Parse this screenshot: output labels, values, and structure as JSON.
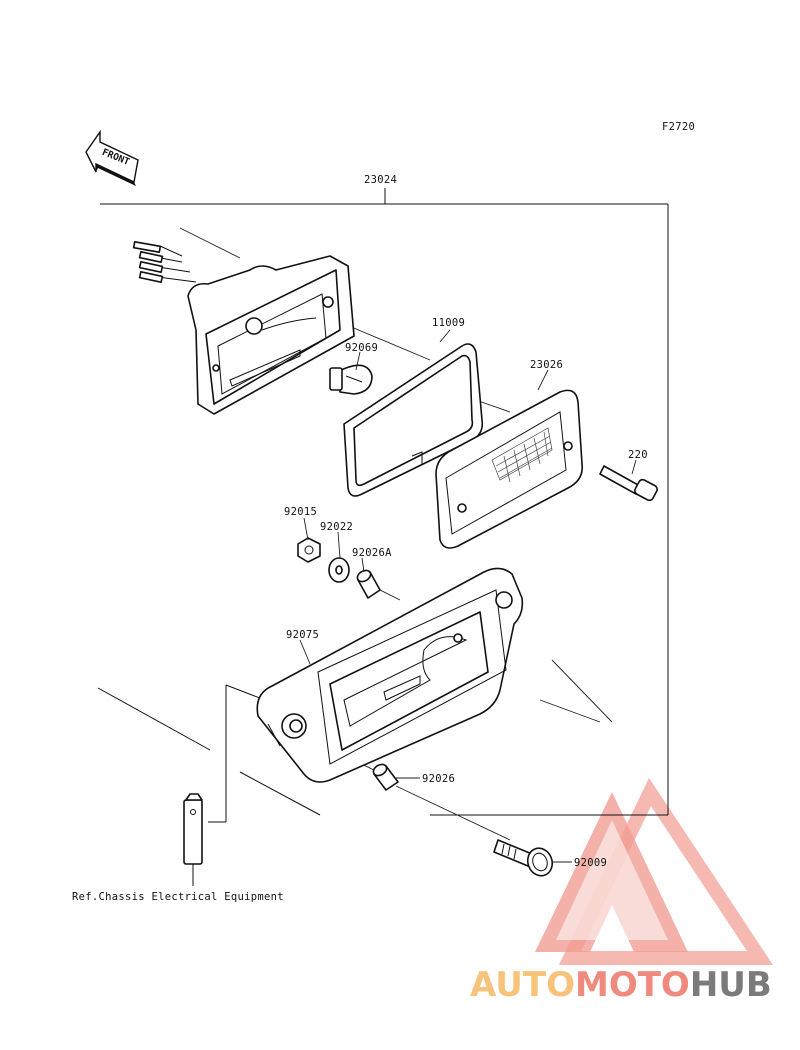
{
  "figure_code": "F2720",
  "front_label": "FRONT",
  "reference_note": "Ref.Chassis Electrical Equipment",
  "parts": [
    {
      "number": "23024"
    },
    {
      "number": "11009"
    },
    {
      "number": "92069"
    },
    {
      "number": "23026"
    },
    {
      "number": "220"
    },
    {
      "number": "92015"
    },
    {
      "number": "92022"
    },
    {
      "number": "92026A"
    },
    {
      "number": "92075"
    },
    {
      "number": "92026"
    },
    {
      "number": "92009"
    }
  ],
  "watermark": {
    "part1": "AUTO",
    "part2": "MOTO",
    "part3": "HUB",
    "color1": "#f7c37a",
    "color2": "#f08a7e",
    "color3": "#7b7b7b"
  }
}
